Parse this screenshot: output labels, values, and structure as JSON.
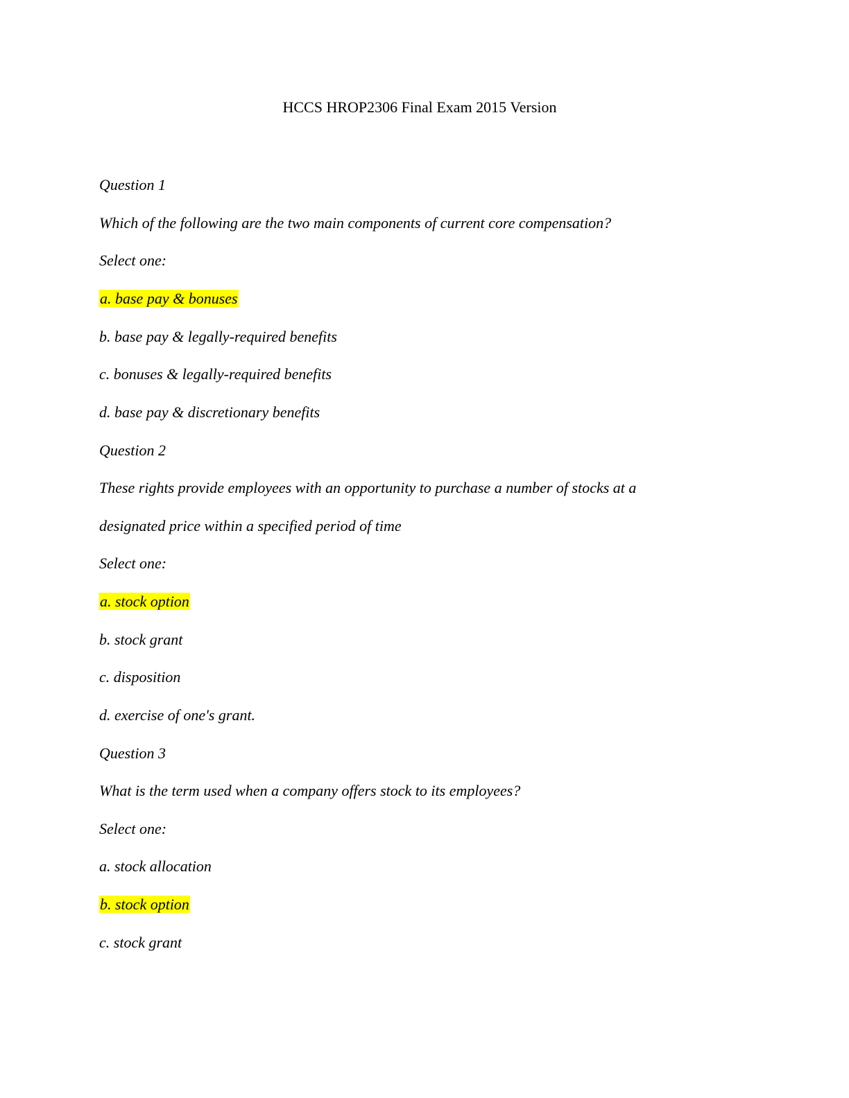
{
  "document": {
    "title": "HCCS HROP2306 Final Exam 2015 Version",
    "highlight_color": "#FFFF00",
    "questions": [
      {
        "label": "Question 1",
        "prompt_lines": [
          "Which of the following are the two main components of current core compensation?"
        ],
        "instruction": "Select one:",
        "options": [
          {
            "text": "a. base pay & bonuses",
            "highlighted": true
          },
          {
            "text": "b. base pay & legally-required benefits",
            "highlighted": false
          },
          {
            "text": "c. bonuses & legally-required benefits",
            "highlighted": false
          },
          {
            "text": "d. base pay & discretionary benefits",
            "highlighted": false
          }
        ]
      },
      {
        "label": "Question 2",
        "prompt_lines": [
          "These rights provide employees with an opportunity to purchase a number of stocks at a",
          "designated price within a specified period of time"
        ],
        "instruction": "Select one:",
        "options": [
          {
            "text": "a. stock option",
            "highlighted": true
          },
          {
            "text": "b. stock grant",
            "highlighted": false
          },
          {
            "text": "c. disposition",
            "highlighted": false
          },
          {
            "text": "d. exercise of one's grant.",
            "highlighted": false
          }
        ]
      },
      {
        "label": "Question 3",
        "prompt_lines": [
          "What is the term used when a company offers stock to its employees?"
        ],
        "instruction": "Select one:",
        "options": [
          {
            "text": "a. stock allocation",
            "highlighted": false
          },
          {
            "text": "b. stock option",
            "highlighted": true
          },
          {
            "text": "c. stock grant",
            "highlighted": false
          }
        ]
      }
    ]
  }
}
